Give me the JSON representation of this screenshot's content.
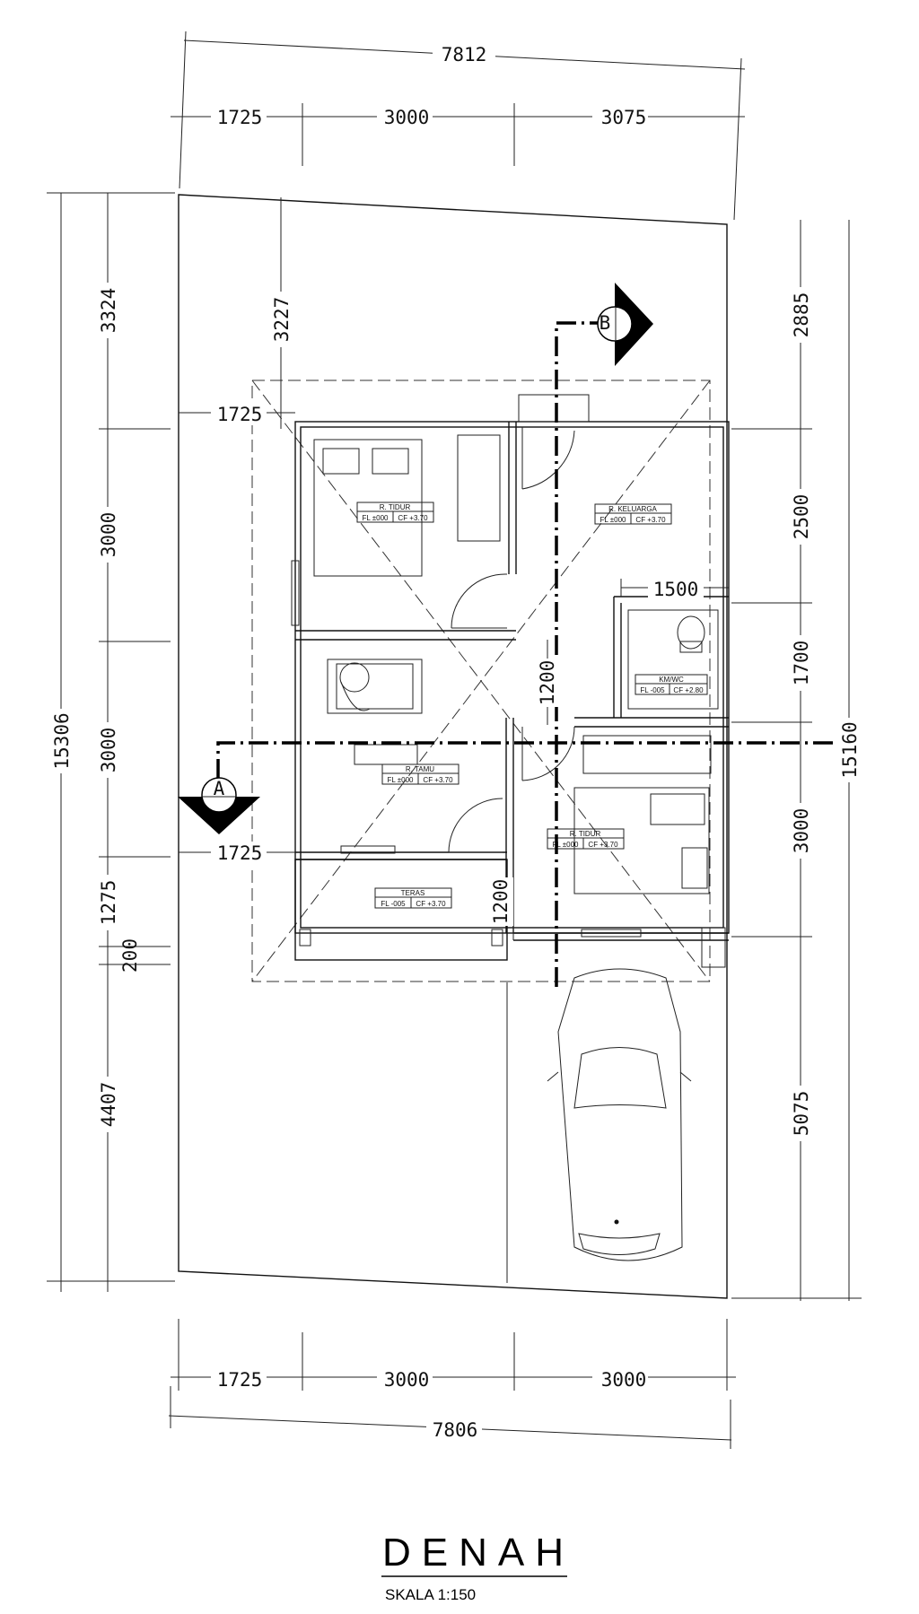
{
  "drawing": {
    "title": "DENAH",
    "scale": "SKALA 1:150"
  },
  "dimensions": {
    "top_overall": "7812",
    "top_segments": [
      "1725",
      "3000",
      "3075"
    ],
    "bottom_segments": [
      "1725",
      "3000",
      "3000"
    ],
    "bottom_overall": "7806",
    "left_overall": "15306",
    "left_segments": [
      "3324",
      "3000",
      "3000",
      "1275",
      "200",
      "4407"
    ],
    "right_overall": "15160",
    "right_segments": [
      "2885",
      "2500",
      "1700",
      "3000",
      "5075"
    ],
    "inner": {
      "setback_front": "3227",
      "offset_upper": "1725",
      "offset_lower": "1725",
      "bath_width": "1500",
      "corridor_a": "1200",
      "corridor_b": "1200"
    }
  },
  "section_marks": {
    "a": "A",
    "b": "B"
  },
  "rooms": [
    {
      "name": "R. TIDUR",
      "level": "FL ±000",
      "ceiling": "CF +3.70"
    },
    {
      "name": "R. KELUARGA",
      "level": "FL ±000",
      "ceiling": "CF +3.70"
    },
    {
      "name": "KM/WC",
      "level": "FL -005",
      "ceiling": "CF +2.80"
    },
    {
      "name": "R. TAMU",
      "level": "FL ±000",
      "ceiling": "CF +3.70"
    },
    {
      "name": "R. TIDUR",
      "level": "FL ±000",
      "ceiling": "CF +3.70"
    },
    {
      "name": "TERAS",
      "level": "FL -005",
      "ceiling": "CF +3.70"
    }
  ]
}
